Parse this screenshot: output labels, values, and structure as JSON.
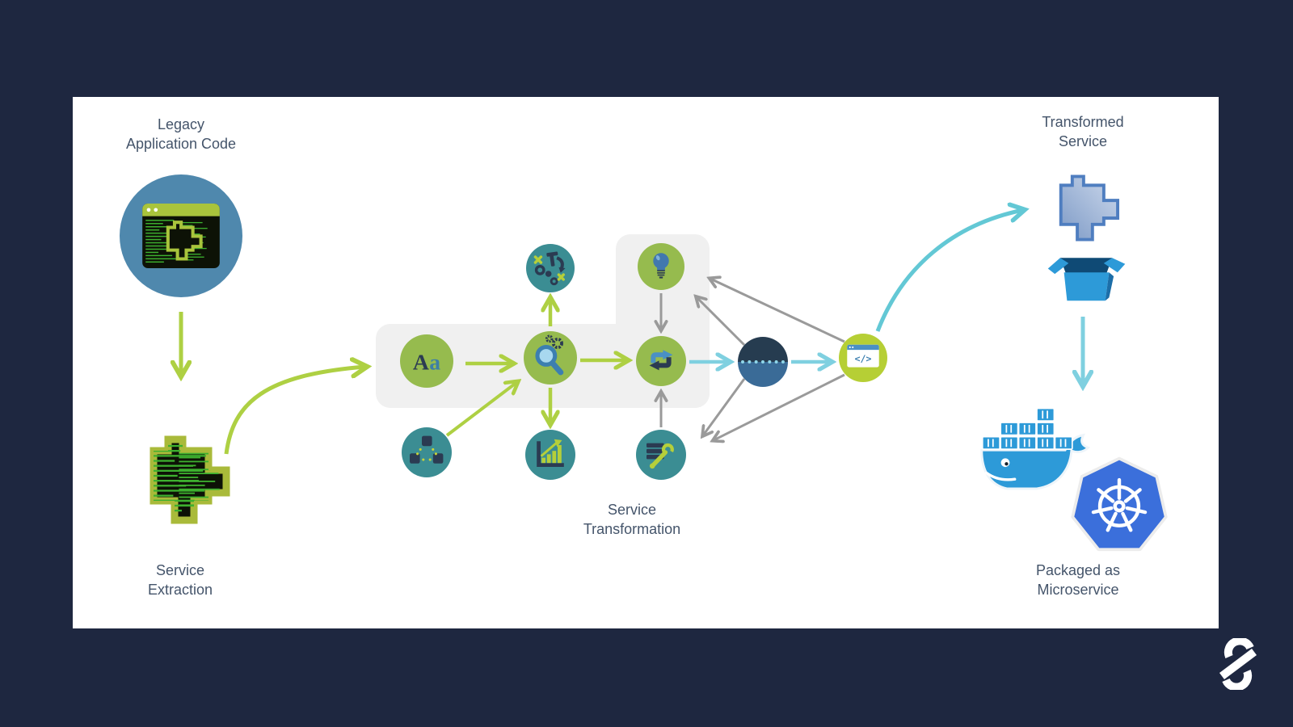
{
  "colors": {
    "bg": "#1e2740",
    "panel": "#ffffff",
    "label": "#44546a",
    "gray-region": "#f0f0f0",
    "green-circle": "#96bb4e",
    "teal-circle": "#3b8d93",
    "code-circle": "#b6cf35",
    "lime": "#aed043",
    "gray-arrow": "#9a9a9a",
    "lightblue-arrow": "#7fd0e0",
    "teal-arrow": "#63c8d5",
    "legacy-circle": "#4f88ad",
    "navy-icon": "#2b3b52",
    "split-top": "#263c50",
    "split-bottom": "#3a6b97",
    "docker-blue": "#2d9ad8",
    "kubernetes-blue": "#3b6fdb",
    "olive-border": "#a9ba3a",
    "terminal-green": "#3db02f"
  },
  "labels": {
    "legacy": "Legacy\nApplication Code",
    "extraction": "Service\nExtraction",
    "transformation": "Service\nTransformation",
    "transformed": "Transformed\nService",
    "packaged": "Packaged as\nMicroservice"
  },
  "glyphs": {
    "aa_cap": "A",
    "aa_low": "a",
    "code": "</>"
  },
  "icons": {
    "legacy_terminal": "terminal-window-with-code",
    "service_shape": "extracted-code-fragment",
    "text_analysis": "letters-Aa",
    "strategy": "tactics-playbook",
    "code_search": "magnifier-with-gears",
    "modules": "linked-modules",
    "metrics": "bar-chart-rising-arrow",
    "idea": "lightbulb",
    "refactor": "looping-arrows",
    "config_tools": "server-stack-wrench",
    "split": "circle-split-dotted-line",
    "generated_code": "code-window",
    "transformed_puzzle": "puzzle-piece",
    "open_box": "open-box",
    "docker": "docker-whale",
    "kubernetes": "kubernetes-wheel",
    "brand": "stylized-s-logo"
  }
}
